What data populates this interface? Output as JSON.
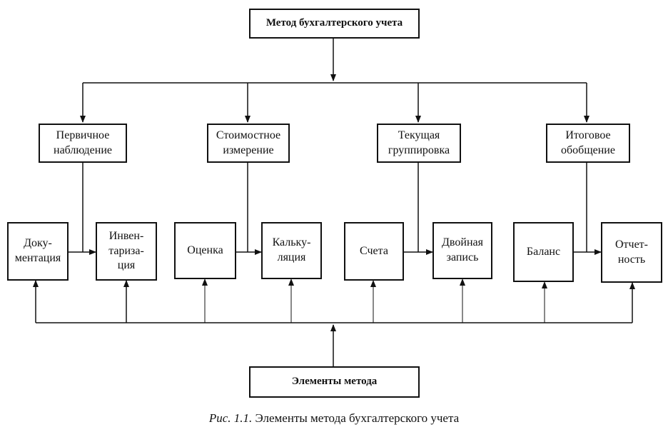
{
  "diagram": {
    "top": {
      "label": "Метод бухгалтерского учета"
    },
    "bottom": {
      "label": "Элементы метода"
    },
    "categories": [
      {
        "id": "primary",
        "lines": [
          "Первичное",
          "наблюдение"
        ]
      },
      {
        "id": "cost",
        "lines": [
          "Стоимостное",
          "измерение"
        ]
      },
      {
        "id": "grouping",
        "lines": [
          "Текущая",
          "группировка"
        ]
      },
      {
        "id": "summary",
        "lines": [
          "Итоговое",
          "обобщение"
        ]
      }
    ],
    "elements": [
      {
        "id": "documentation",
        "lines": [
          "Доку-",
          "ментация"
        ]
      },
      {
        "id": "inventory",
        "lines": [
          "Инвен-",
          "тариза-",
          "ция"
        ]
      },
      {
        "id": "valuation",
        "lines": [
          "Оценка"
        ]
      },
      {
        "id": "costing",
        "lines": [
          "Кальку-",
          "ляция"
        ]
      },
      {
        "id": "accounts",
        "lines": [
          "Счета"
        ]
      },
      {
        "id": "double-entry",
        "lines": [
          "Двойная",
          "запись"
        ]
      },
      {
        "id": "balance",
        "lines": [
          "Баланс"
        ]
      },
      {
        "id": "reporting",
        "lines": [
          "Отчет-",
          "ность"
        ]
      }
    ]
  },
  "caption": {
    "prefix": "Рис. 1.1.",
    "text": " Элементы метода бухгалтерского учета"
  }
}
